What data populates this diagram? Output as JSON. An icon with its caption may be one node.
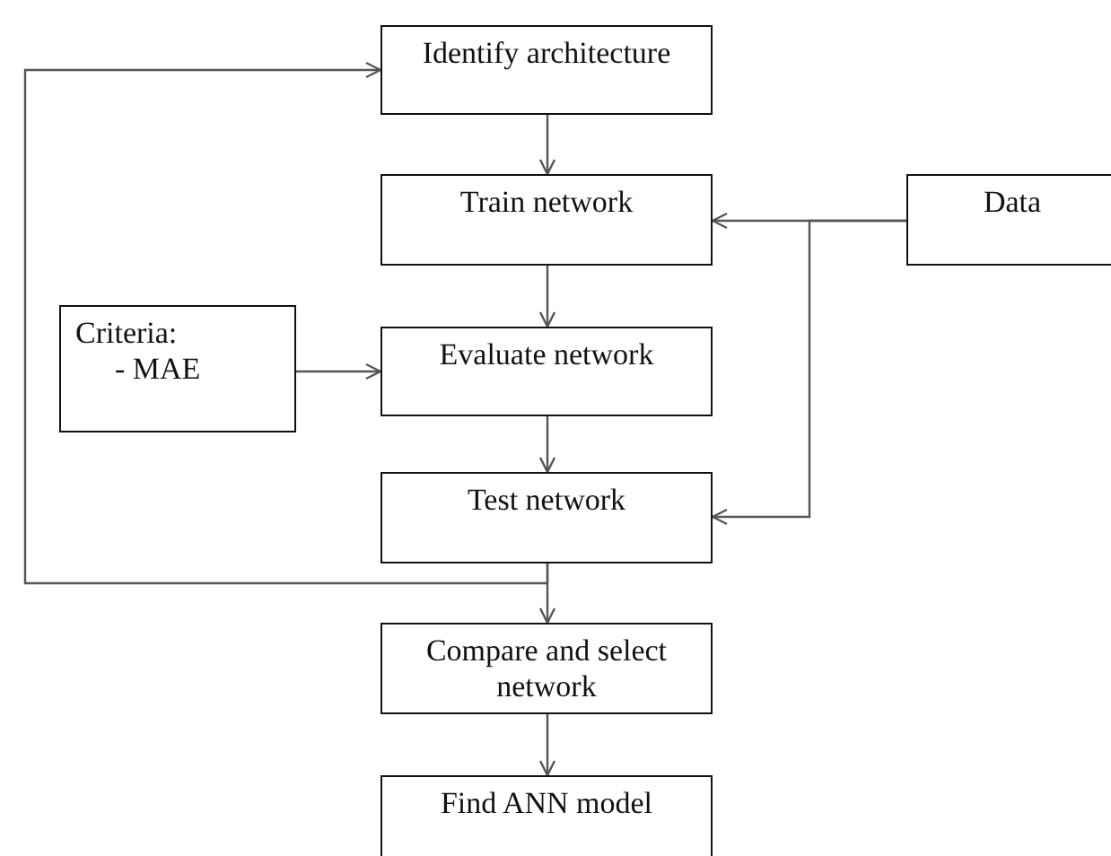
{
  "diagram": {
    "nodes": [
      {
        "text": [
          "Identify architecture"
        ]
      },
      {
        "text": [
          "Train network"
        ]
      },
      {
        "text": [
          "Data"
        ]
      },
      {
        "text": [
          "Criteria:",
          "- MAE"
        ]
      },
      {
        "text": [
          "Evaluate network"
        ]
      },
      {
        "text": [
          "Test network"
        ]
      },
      {
        "text": [
          "Compare and select network"
        ]
      },
      {
        "text": [
          "Find ANN model"
        ]
      }
    ],
    "edges": [
      {
        "from": 0,
        "to": 1,
        "arrow": "to"
      },
      {
        "from": 2,
        "to": 1,
        "arrow": "to"
      },
      {
        "from": 1,
        "to": 4,
        "arrow": "to"
      },
      {
        "from": 3,
        "to": 4,
        "arrow": "to"
      },
      {
        "from": 4,
        "to": 5,
        "arrow": "to"
      },
      {
        "from": 2,
        "to": 5,
        "arrow": "to"
      },
      {
        "from": 5,
        "to": 6,
        "arrow": "to"
      },
      {
        "from": 5,
        "to": 0,
        "arrow": "to"
      },
      {
        "from": 6,
        "to": 7,
        "arrow": "to"
      }
    ]
  }
}
